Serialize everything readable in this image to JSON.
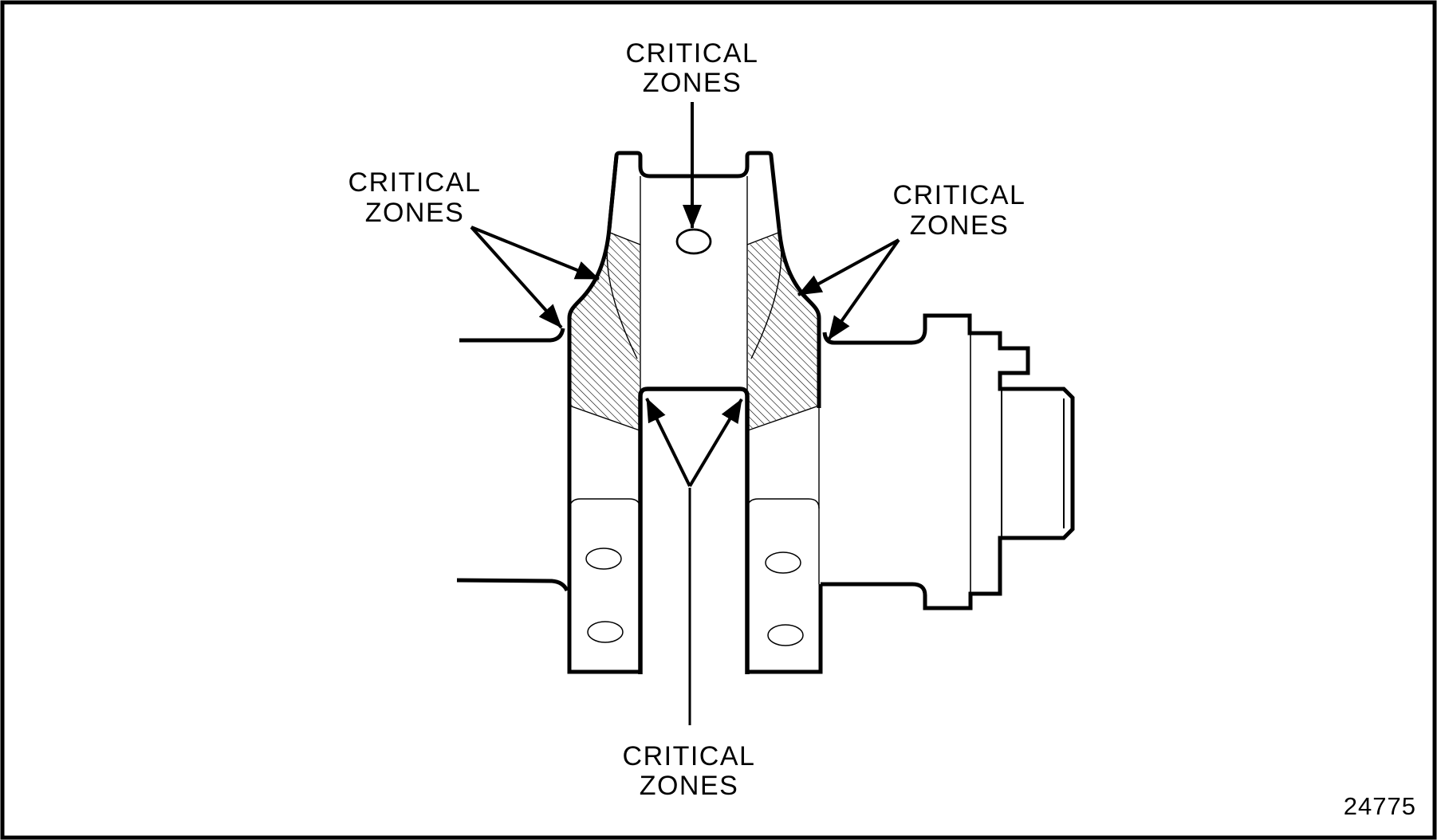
{
  "figure_number": "24775",
  "colors": {
    "line": "#000000",
    "background": "#ffffff"
  },
  "labels": {
    "top": {
      "line1": "CRITICAL",
      "line2": "ZONES"
    },
    "left": {
      "line1": "CRITICAL",
      "line2": "ZONES"
    },
    "right": {
      "line1": "CRITICAL",
      "line2": "ZONES"
    },
    "bottom": {
      "line1": "CRITICAL",
      "line2": "ZONES"
    }
  }
}
